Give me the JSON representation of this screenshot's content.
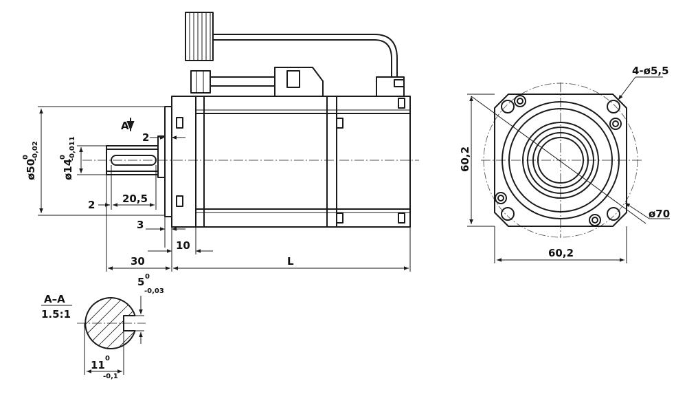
{
  "side_view": {
    "label_A": "A",
    "dim_2_top": "2",
    "dim_2_bottom": "2",
    "dim_20_5": "20,5",
    "dim_3": "3",
    "dim_10": "10",
    "dim_30": "30",
    "dim_L": "L",
    "dia50_main": "ø50",
    "dia50_upper": "0",
    "dia50_lower": "-0,02",
    "dia14_main": "ø14",
    "dia14_upper": "0",
    "dia14_lower": "-0,011"
  },
  "front_view": {
    "holes_label": "4-ø5,5",
    "dim_60_2_vertical": "60,2",
    "dim_60_2_horizontal": "60,2",
    "dia70_label": "ø70"
  },
  "section": {
    "title": "A–A",
    "scale": "1.5:1",
    "keyway_main": "5",
    "keyway_upper": "0",
    "keyway_lower": "-0,03",
    "depth_main": "11",
    "depth_upper": "0",
    "depth_lower": "-0,1"
  }
}
